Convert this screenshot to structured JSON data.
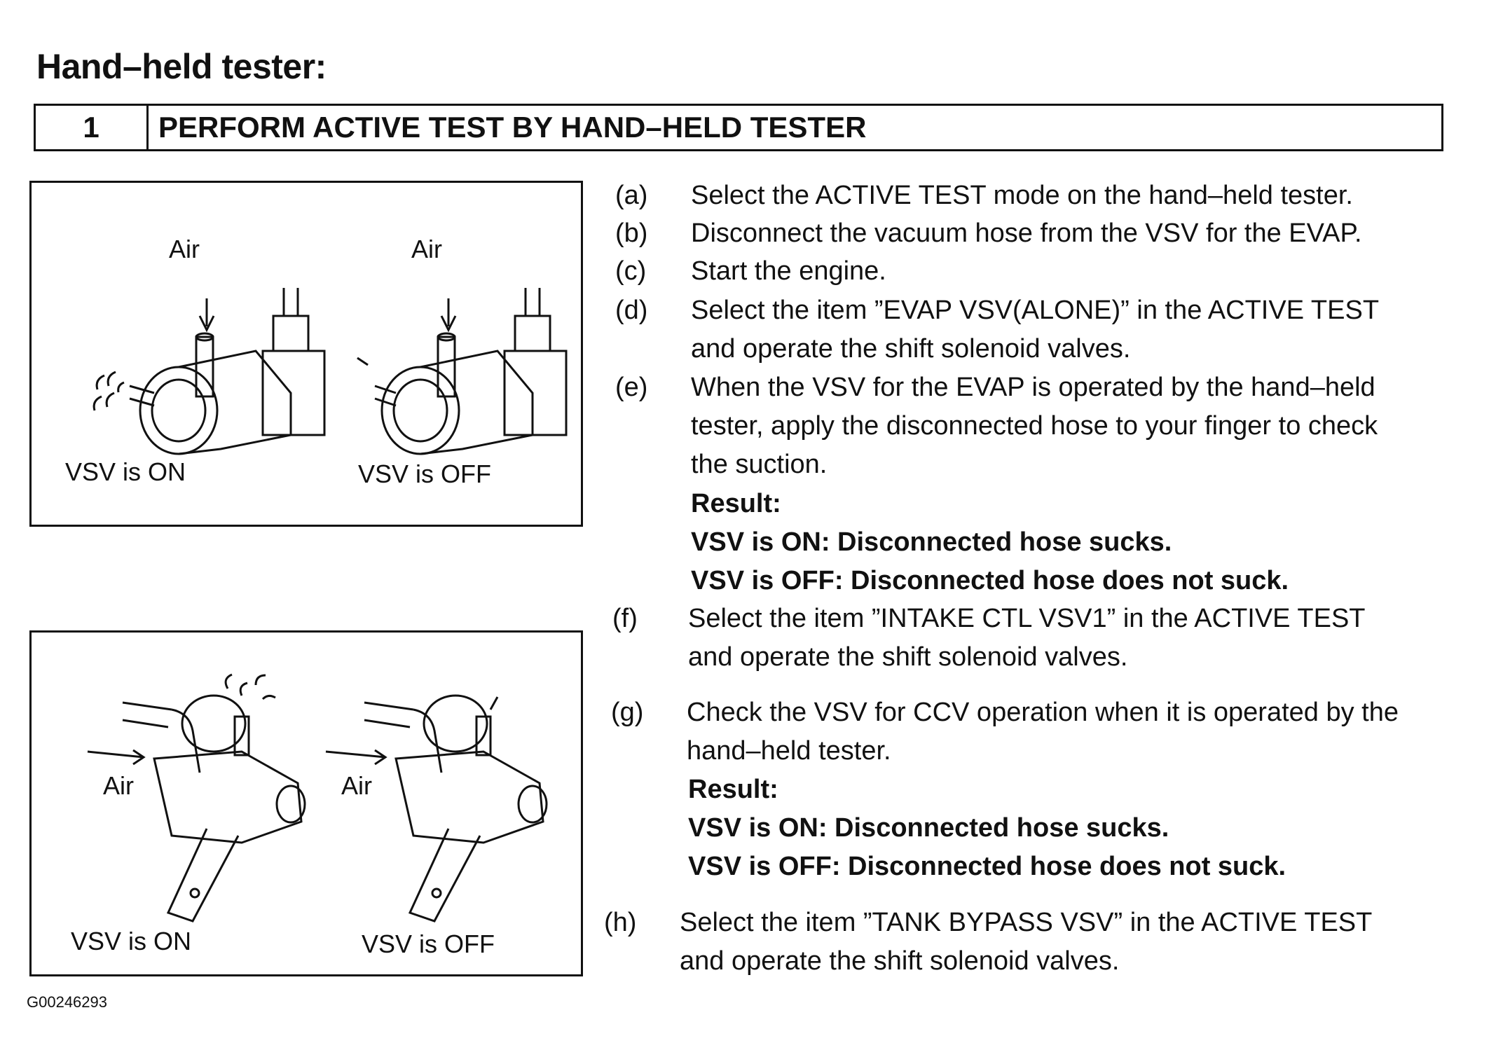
{
  "page_title": "Hand–held tester:",
  "step_header": {
    "number": "1",
    "title": "PERFORM ACTIVE TEST BY HAND–HELD TESTER"
  },
  "figure_top": {
    "air_left": "Air",
    "air_right": "Air",
    "label_left": "VSV is ON",
    "label_right": "VSV is OFF"
  },
  "figure_bottom": {
    "air_left": "Air",
    "air_right": "Air",
    "label_left": "VSV is ON",
    "label_right": "VSV is OFF"
  },
  "figure_id": "G00246293",
  "steps": [
    {
      "letter": "(a)",
      "lines": [
        "Select the ACTIVE TEST mode on the hand–held tester."
      ]
    },
    {
      "letter": "(b)",
      "lines": [
        "Disconnect the vacuum hose from the VSV for the EVAP."
      ]
    },
    {
      "letter": "(c)",
      "lines": [
        "Start the engine."
      ]
    },
    {
      "letter": "(d)",
      "lines": [
        "Select the item ”EVAP VSV(ALONE)” in the ACTIVE TEST",
        "and operate the shift solenoid valves."
      ]
    },
    {
      "letter": "(e)",
      "lines": [
        "When the VSV for the EVAP is operated by the hand–held",
        "tester, apply the disconnected hose to your finger to check",
        "the suction."
      ]
    },
    {
      "letter": "(f)",
      "lines": [
        "Select the item ”INTAKE CTL VSV1” in the ACTIVE TEST",
        "and operate the shift solenoid valves."
      ]
    },
    {
      "letter": "(g)",
      "lines": [
        "Check the VSV for CCV operation when it is operated by the",
        "hand–held tester."
      ]
    },
    {
      "letter": "(h)",
      "lines": [
        "Select the item ”TANK BYPASS VSV” in the ACTIVE TEST",
        "and operate the shift solenoid valves."
      ]
    }
  ],
  "result_e": {
    "heading": "Result:",
    "on": "VSV is ON: Disconnected hose sucks.",
    "off": "VSV is OFF: Disconnected hose does not suck."
  },
  "result_g": {
    "heading": "Result:",
    "on": "VSV is ON: Disconnected hose sucks.",
    "off": "VSV is OFF: Disconnected hose does not suck."
  }
}
